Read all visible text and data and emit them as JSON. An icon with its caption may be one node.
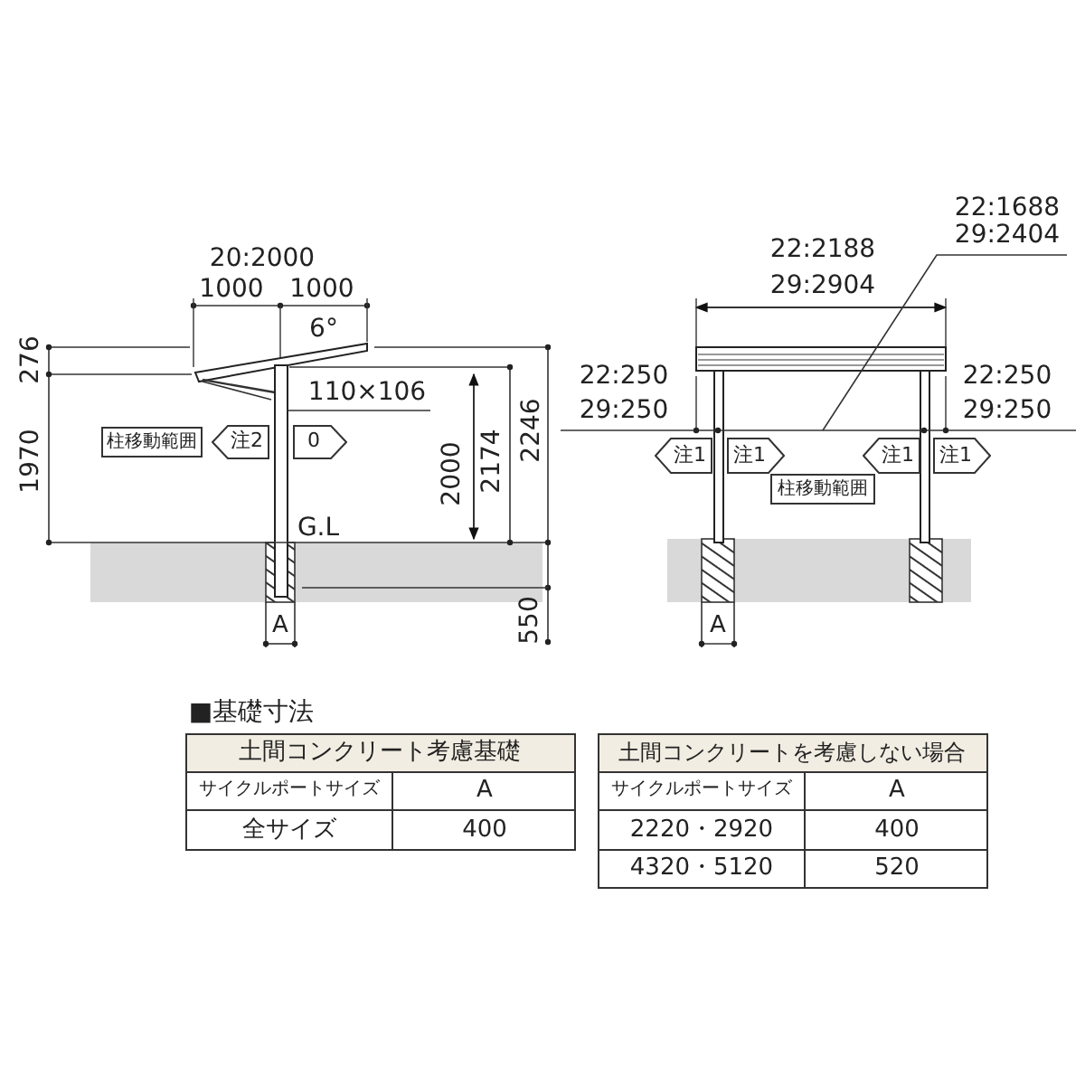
{
  "diagram": {
    "nodes": [
      {
        "text": [
          "柱移動範囲"
        ]
      },
      {
        "text": [
          "注2"
        ]
      },
      {
        "text": [
          "0"
        ]
      },
      {
        "text": [
          "22:1688 29:2404"
        ]
      },
      {
        "text": [
          "注1"
        ]
      },
      {
        "text": [
          "注1"
        ]
      },
      {
        "text": [
          "注1"
        ]
      },
      {
        "text": [
          "注1"
        ]
      },
      {
        "text": [
          "柱移動範囲"
        ]
      },
      {
        "text": [
          "110×106"
        ]
      }
    ],
    "edges": [
      {
        "from": 3,
        "to": null,
        "arrow": "none"
      },
      {
        "from": 9,
        "to": null,
        "arrow": "none"
      }
    ],
    "labels": [
      "20:2000",
      "1000",
      "1000",
      "6°",
      "276",
      "1970",
      "2000",
      "2174",
      "2246",
      "G.L",
      "550",
      "A",
      "22:2188",
      "29:2904",
      "22:250",
      "29:250",
      "22:250",
      "29:250",
      "A",
      "■基礎寸法",
      "土間コンクリート考慮基礎",
      "サイクルポートサイズ",
      "A",
      "全サイズ",
      "400",
      "土間コンクリートを考慮しない場合",
      "サイクルポートサイズ",
      "A",
      "2220・2920",
      "400",
      "4320・5120",
      "520"
    ]
  }
}
